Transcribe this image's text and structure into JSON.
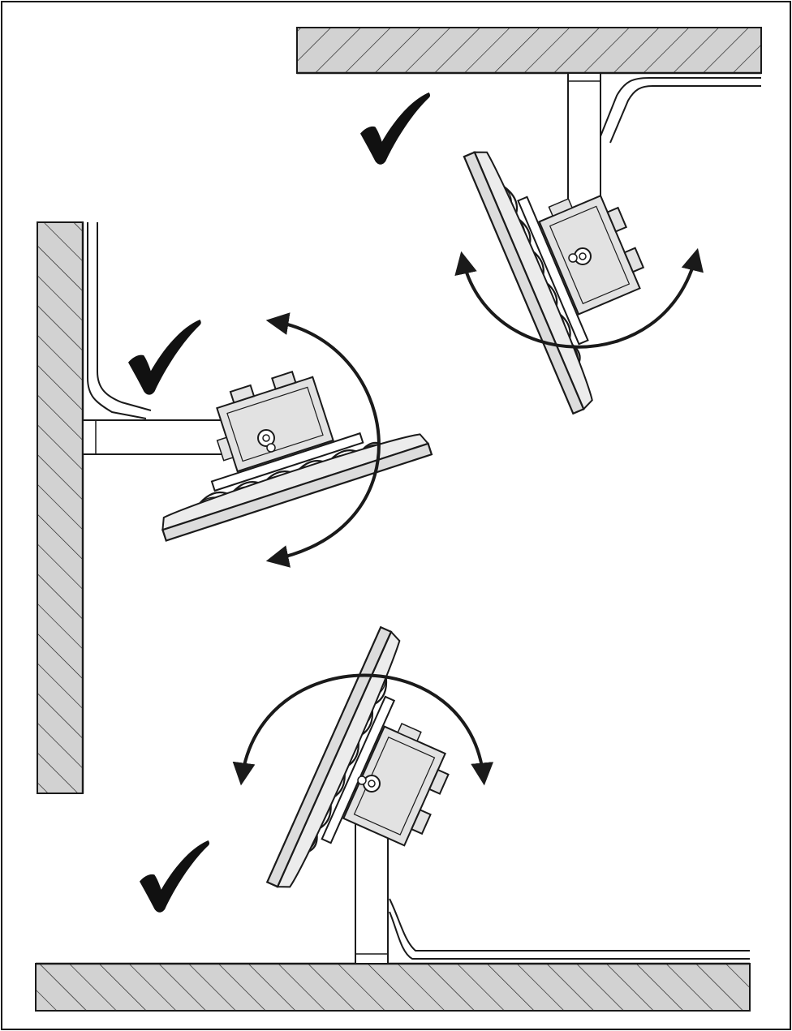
{
  "diagram": {
    "kind": "mounting-orientation-instructions",
    "colors": {
      "line": "#1a1a1a",
      "wall_fill": "#d2d2d2",
      "white": "#ffffff",
      "light_grey": "#dedede",
      "mid_grey": "#b8b8b8"
    },
    "mounts": [
      {
        "id": "ceiling",
        "surface": "ceiling",
        "status": "allowed",
        "check_icon": "checkmark-icon",
        "rotation_icon": "curved-double-arrow-icon"
      },
      {
        "id": "wall",
        "surface": "wall",
        "status": "allowed",
        "check_icon": "checkmark-icon",
        "rotation_icon": "curved-double-arrow-icon"
      },
      {
        "id": "floor",
        "surface": "floor",
        "status": "allowed",
        "check_icon": "checkmark-icon",
        "rotation_icon": "curved-double-arrow-icon"
      }
    ]
  }
}
